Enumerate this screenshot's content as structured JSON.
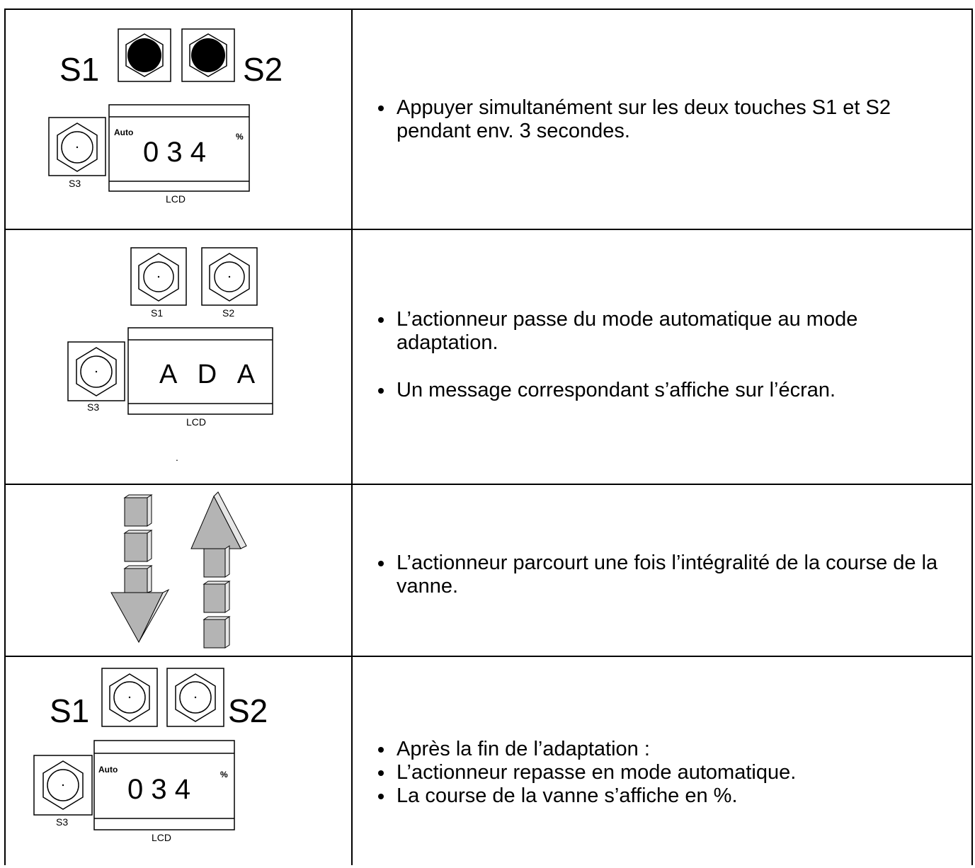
{
  "rows": [
    {
      "keys": {
        "s1": "S1",
        "s2": "S2",
        "s3": "S3"
      },
      "display": {
        "mode": "Auto",
        "value": "0 3 4",
        "unit": "%",
        "caption": "LCD"
      },
      "bullets": [
        "Appuyer simultanément sur les deux touches S1 et S2 pendant env. 3 secondes."
      ]
    },
    {
      "keys": {
        "s1": "S1",
        "s2": "S2",
        "s3": "S3"
      },
      "display": {
        "value": "A D A",
        "caption": "LCD"
      },
      "footnote": ".",
      "bullets": [
        "L’actionneur passe du mode automatique au mode adaptation.",
        "Un message correspondant s’affiche sur l’écran."
      ]
    },
    {
      "bullets": [
        "L’actionneur parcourt une fois l’intégralité de la course de la vanne."
      ]
    },
    {
      "keys": {
        "s1": "S1",
        "s2": "S2",
        "s3": "S3"
      },
      "display": {
        "mode": "Auto",
        "value": "0 3 4",
        "unit": "%",
        "caption": "LCD"
      },
      "bullets": [
        "Après la fin de l’adaptation :",
        "L’actionneur repasse en mode automatique.",
        "La course de la vanne s’affiche en %."
      ]
    }
  ],
  "colors": {
    "line": "#000000",
    "arrow_fill": "#b4b4b4",
    "arrow_shade": "#e6e6e6"
  },
  "icons": [
    "pushbutton-icon",
    "arrow-down-icon",
    "arrow-up-icon"
  ]
}
